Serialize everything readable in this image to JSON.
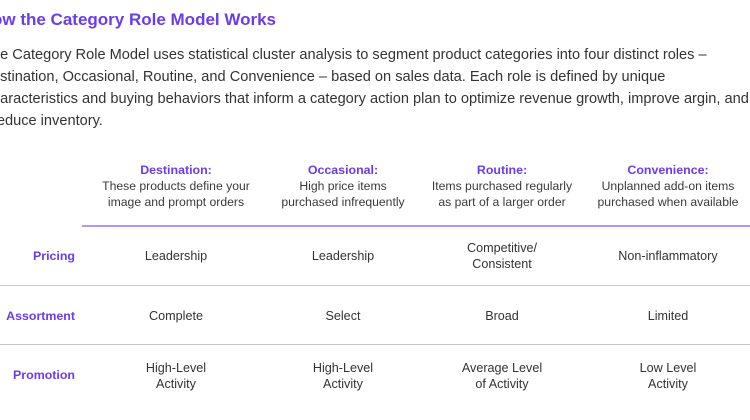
{
  "title": "ow the Category Role Model Works",
  "intro": "he Category Role Model uses statistical cluster analysis to segment product categories into four distinct roles – estination, Occasional, Routine, and Convenience – based on sales data. Each role is defined by unique haracteristics and buying behaviors that inform a category action plan to optimize revenue growth, improve argin, and reduce inventory.",
  "columns": [
    {
      "role": "Destination:",
      "desc_1": "These products define your",
      "desc_2": "image and prompt orders"
    },
    {
      "role": "Occasional:",
      "desc_1": "High price items",
      "desc_2": "purchased infrequently"
    },
    {
      "role": "Routine:",
      "desc_1": "Items purchased regularly",
      "desc_2": "as part of a larger order"
    },
    {
      "role": "Convenience:",
      "desc_1": "Unplanned add-on items",
      "desc_2": "purchased when available"
    }
  ],
  "rows": [
    {
      "label": "Pricing",
      "cells": [
        {
          "l1": "Leadership",
          "l2": ""
        },
        {
          "l1": "Leadership",
          "l2": ""
        },
        {
          "l1": "Competitive/",
          "l2": "Consistent"
        },
        {
          "l1": "Non-inflammatory",
          "l2": ""
        }
      ]
    },
    {
      "label": "Assortment",
      "cells": [
        {
          "l1": "Complete",
          "l2": ""
        },
        {
          "l1": "Select",
          "l2": ""
        },
        {
          "l1": "Broad",
          "l2": ""
        },
        {
          "l1": "Limited",
          "l2": ""
        }
      ]
    },
    {
      "label": "Promotion",
      "cells": [
        {
          "l1": "High-Level",
          "l2": "Activity"
        },
        {
          "l1": "High-Level",
          "l2": "Activity"
        },
        {
          "l1": "Average Level",
          "l2": "of Activity"
        },
        {
          "l1": "Low Level",
          "l2": "Activity"
        }
      ]
    }
  ]
}
